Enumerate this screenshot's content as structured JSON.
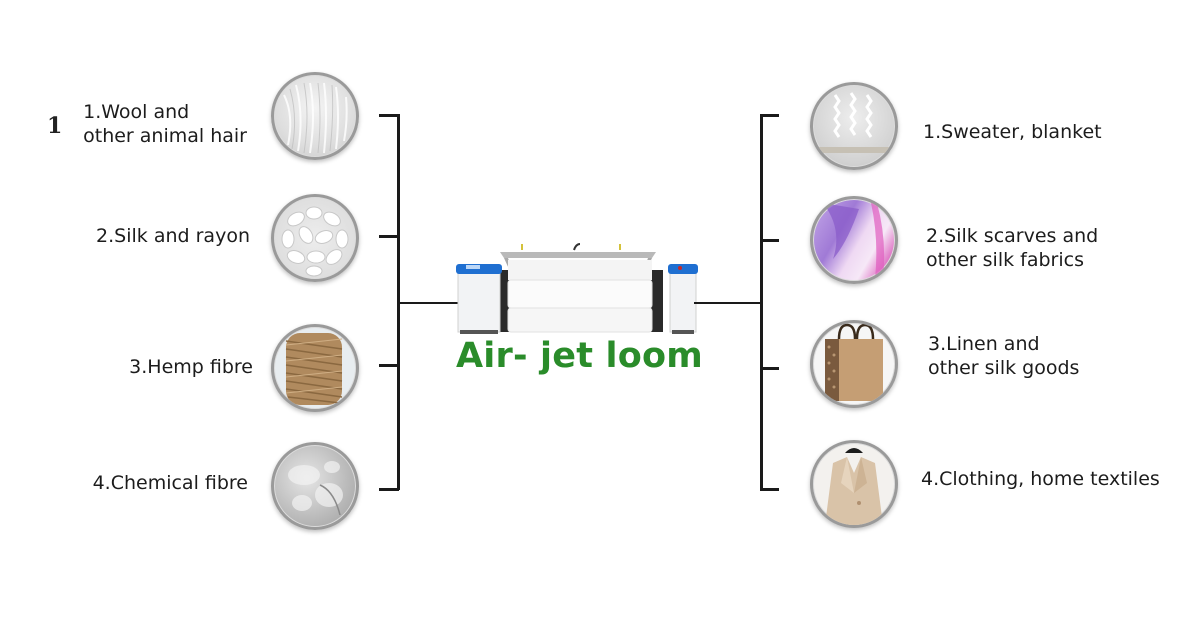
{
  "title": "Air- jet loom",
  "title_color": "#2a8c2a",
  "stray_marker": "1",
  "inputs": [
    {
      "line1": "1.Wool and",
      "line2": "other animal hair",
      "icon": "wool-fibre-image"
    },
    {
      "line1": "2.Silk and rayon",
      "line2": "",
      "icon": "silk-cocoons-image"
    },
    {
      "line1": "3.Hemp fibre",
      "line2": "",
      "icon": "hemp-twine-image"
    },
    {
      "line1": "4.Chemical fibre",
      "line2": "",
      "icon": "chemical-fibre-image"
    }
  ],
  "outputs": [
    {
      "line1": "1.Sweater, blanket",
      "line2": "",
      "icon": "knit-sweater-image"
    },
    {
      "line1": "2.Silk scarves and",
      "line2": "other silk fabrics",
      "icon": "silk-scarf-image"
    },
    {
      "line1": "3.Linen and",
      "line2": "other silk goods",
      "icon": "linen-bag-image"
    },
    {
      "line1": "4.Clothing, home textiles",
      "line2": "",
      "icon": "coat-image"
    }
  ],
  "center_icon": "air-jet-loom-machine"
}
